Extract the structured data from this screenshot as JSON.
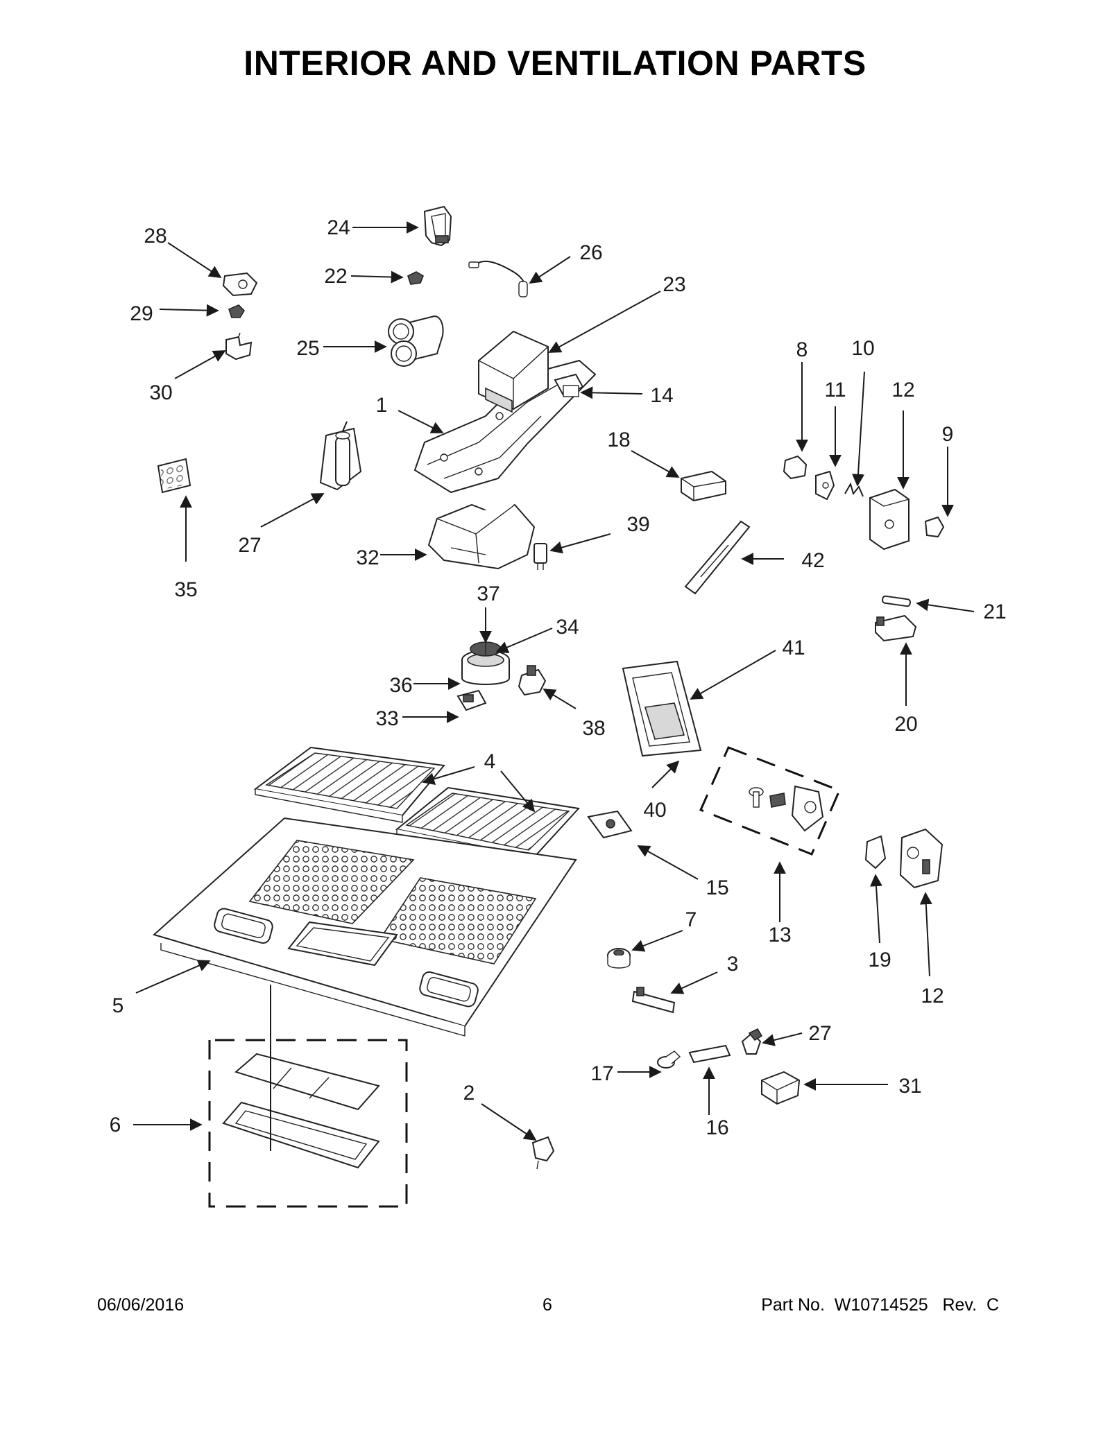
{
  "title": "INTERIOR AND VENTILATION PARTS",
  "footer": {
    "date": "06/06/2016",
    "page_number": "6",
    "part_label": "Part No.",
    "part_number": "W10714525",
    "rev_label": "Rev.",
    "rev_value": "C"
  },
  "callouts": [
    "1",
    "2",
    "3",
    "4",
    "5",
    "6",
    "7",
    "8",
    "9",
    "10",
    "11",
    "12",
    "13",
    "14",
    "15",
    "16",
    "17",
    "18",
    "19",
    "20",
    "21",
    "22",
    "23",
    "24",
    "25",
    "26",
    "27",
    "28",
    "29",
    "30",
    "31",
    "32",
    "33",
    "34",
    "35",
    "36",
    "37",
    "38",
    "39",
    "40",
    "41",
    "42"
  ]
}
